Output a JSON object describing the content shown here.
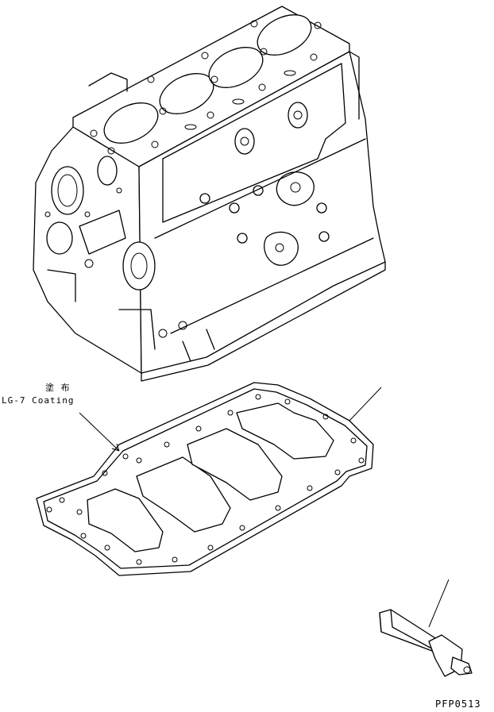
{
  "labels": {
    "coating_jp": "塗 布",
    "coating_en": "LG-7 Coating",
    "drawing_code": "PFP0513"
  }
}
